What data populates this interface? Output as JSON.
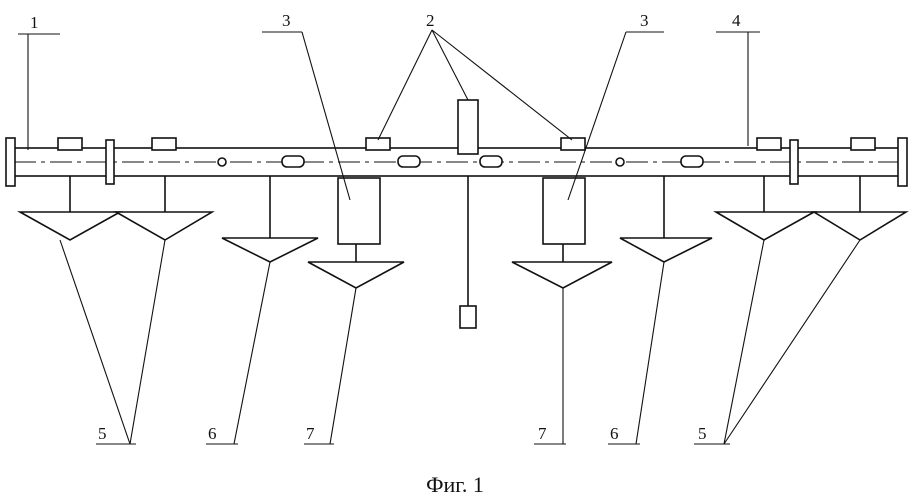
{
  "figure": {
    "caption": "Фиг. 1",
    "labels": {
      "l1": "1",
      "l2": "2",
      "l3a": "3",
      "l3b": "3",
      "l4": "4",
      "l5a": "5",
      "l5b": "5",
      "l6a": "6",
      "l6b": "6",
      "l7a": "7",
      "l7b": "7"
    }
  }
}
